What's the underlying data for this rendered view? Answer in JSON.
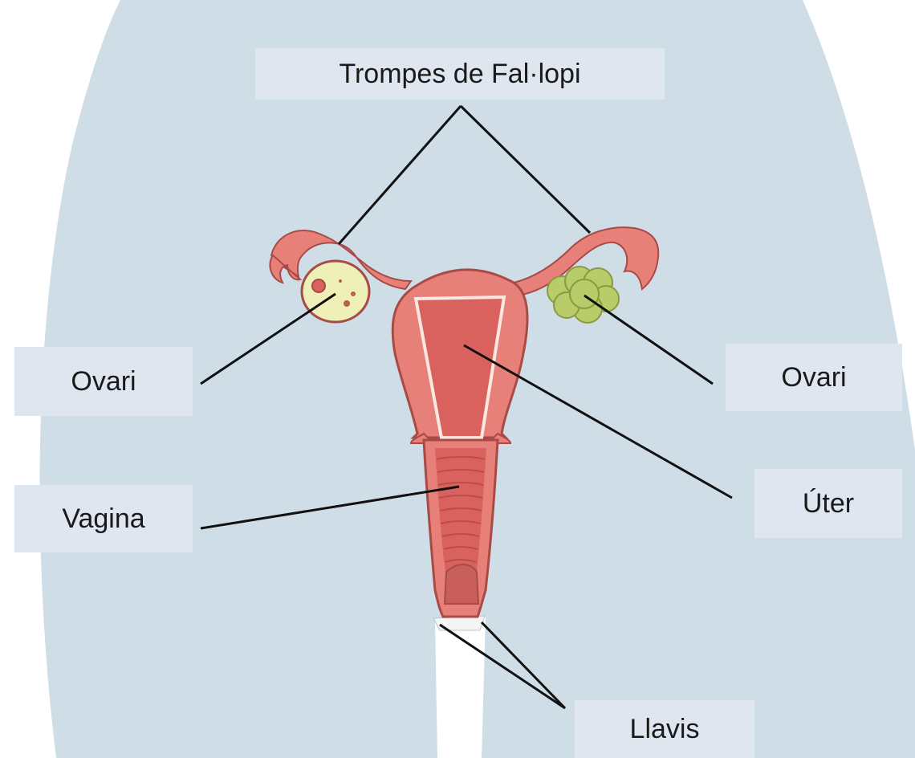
{
  "diagram": {
    "labels": {
      "fallopian_tubes": "Trompes de Fal·lopi",
      "ovary_left": "Ovari",
      "ovary_right": "Ovari",
      "uterus": "Úter",
      "vagina": "Vagina",
      "labia": "Llavis"
    },
    "colors": {
      "body": "#cfdde6",
      "organ": "#e8807a",
      "organ_dark": "#c85f5a",
      "organ_outline": "#a84a46",
      "uterus_cavity": "#d9625e",
      "ovary_left_fill": "#eef0b8",
      "ovary_right_fill": "#b8cc6a",
      "label_bg": "#dfe6f0",
      "leader_line": "#111111"
    }
  }
}
